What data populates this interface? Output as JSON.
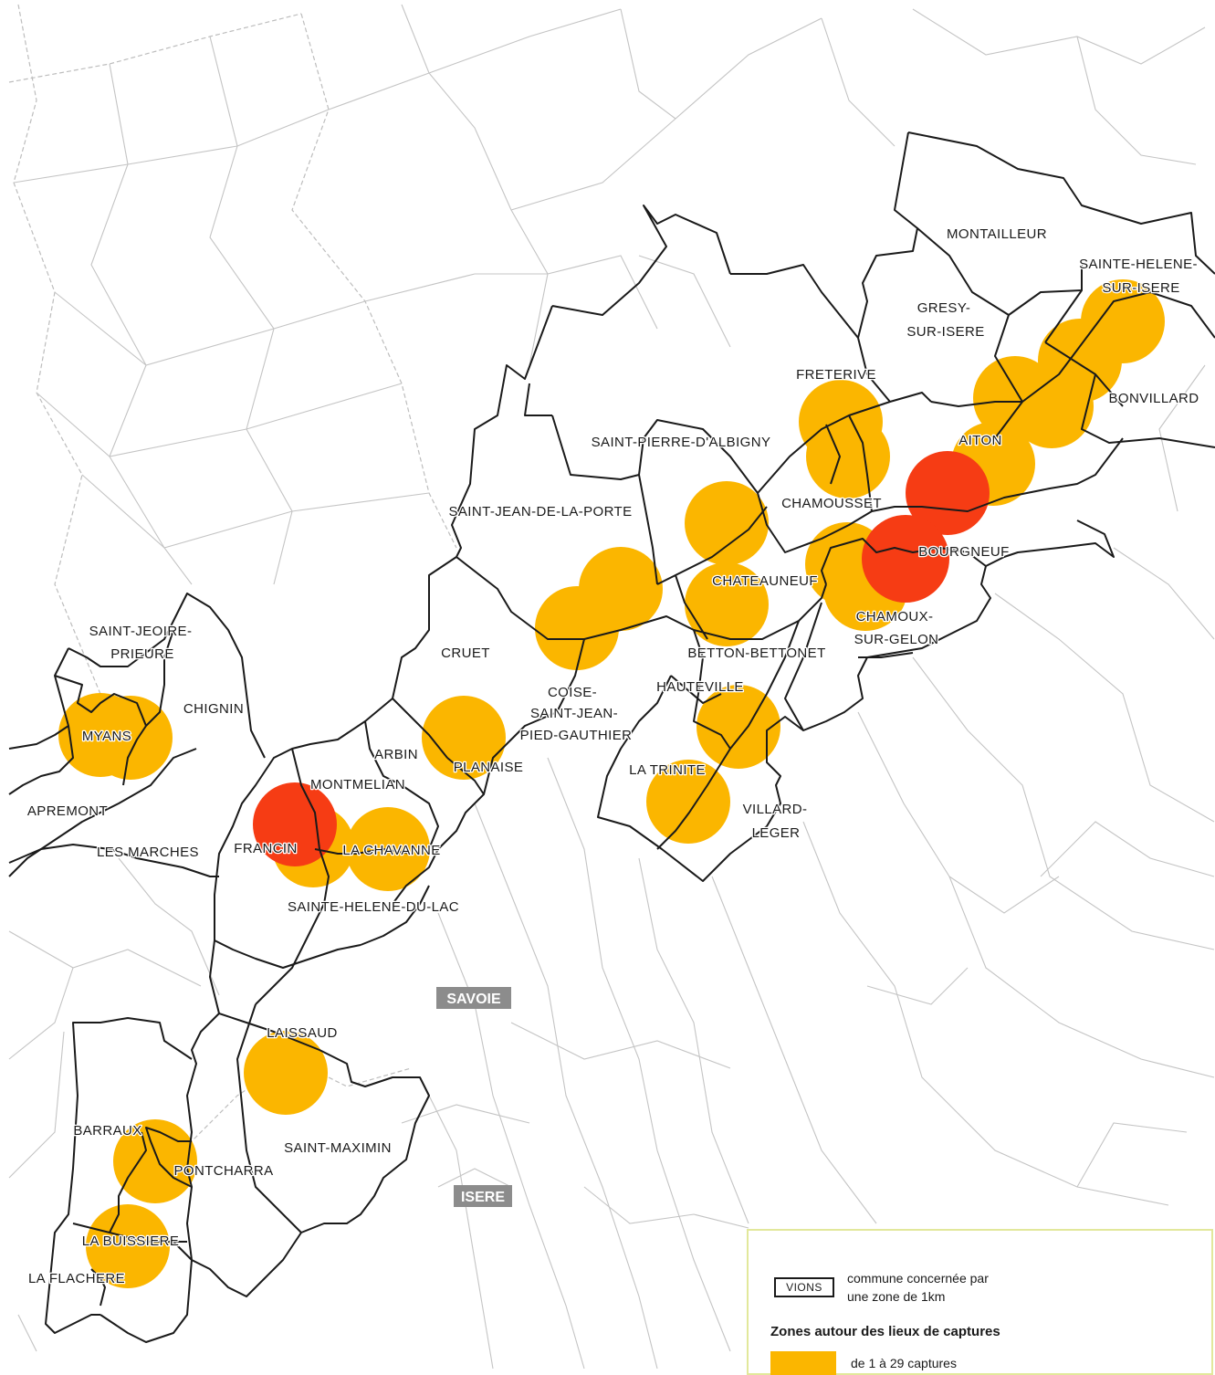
{
  "colors": {
    "zone_low": "#fbb600",
    "zone_high": "#f63c14",
    "commune_border": "#1a1a1a",
    "background_border": "#c4c4c4",
    "department_label_bg": "#8c8c8c",
    "legend_border": "#e2e89b"
  },
  "departments": {
    "savoie": "SAVOIE",
    "isere": "ISERE"
  },
  "communes": {
    "montailleur": "MONTAILLEUR",
    "sainte_helene_sur_isere_1": "SAINTE-HELENE-",
    "sainte_helene_sur_isere_2": "SUR-ISERE",
    "gresy_1": "GRESY-",
    "gresy_2": "SUR-ISERE",
    "freterive": "FRETERIVE",
    "bonvillard": "BONVILLARD",
    "aiton": "AITON",
    "saint_pierre_d_albigny": "SAINT-PIERRE-D'ALBIGNY",
    "chamousset": "CHAMOUSSET",
    "saint_jean_de_la_porte": "SAINT-JEAN-DE-LA-PORTE",
    "bourgneuf": "BOURGNEUF",
    "chateauneuf": "CHATEAUNEUF",
    "chamoux_1": "CHAMOUX-",
    "chamoux_2": "SUR-GELON",
    "betton_bettonet": "BETTON-BETTONET",
    "saint_jeoire_1": "SAINT-JEOIRE-",
    "saint_jeoire_2": "PRIEURE",
    "cruet": "CRUET",
    "coise_1": "COISE-",
    "coise_2": "SAINT-JEAN-",
    "coise_3": "PIED-GAUTHIER",
    "hauteville": "HAUTEVILLE",
    "chignin": "CHIGNIN",
    "myans": "MYANS",
    "arbin": "ARBIN",
    "planaise": "PLANAISE",
    "la_trinite": "LA TRINITE",
    "montmelian": "MONTMELIAN",
    "apremont": "APREMONT",
    "villard_leger_1": "VILLARD-",
    "villard_leger_2": "LEGER",
    "les_marches": "LES MARCHES",
    "francin": "FRANCIN",
    "la_chavanne": "LA CHAVANNE",
    "sainte_helene_du_lac": "SAINTE-HELENE-DU-LAC",
    "laissaud": "LAISSAUD",
    "barraux": "BARRAUX",
    "saint_maximin": "SAINT-MAXIMIN",
    "pontcharra": "PONTCHARRA",
    "la_buissiere": "LA BUISSIERE",
    "la_flachere": "LA FLACHERE"
  },
  "legend": {
    "commune_sample": "VIONS",
    "commune_text_1": "commune concernée par",
    "commune_text_2": "une zone de 1km",
    "zones_title": "Zones autour des lieux de captures",
    "zone_low_label": "de 1 à 29 captures"
  }
}
